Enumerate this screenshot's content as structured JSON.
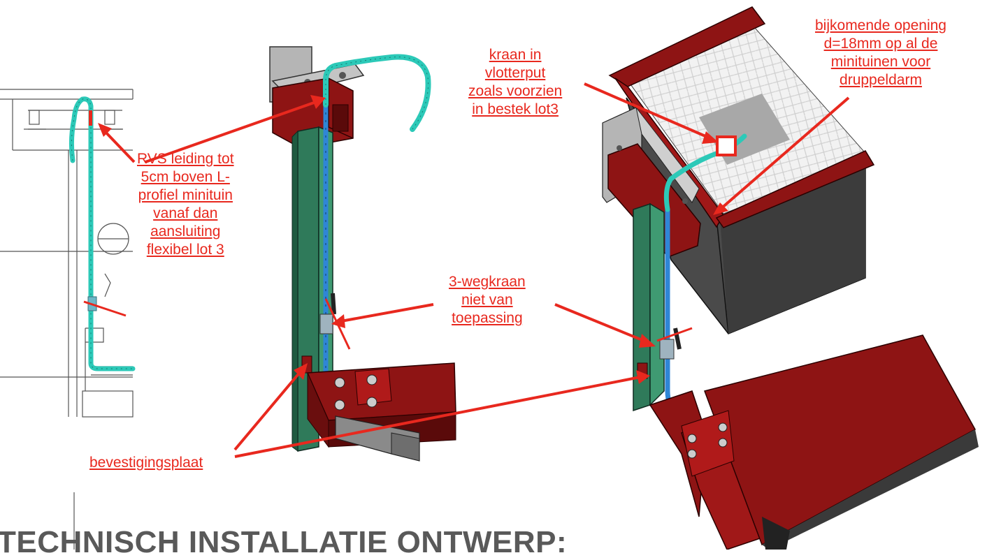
{
  "labels": {
    "rvs_leiding": [
      "RVS leiding tot",
      "5cm boven L-",
      "profiel minituin",
      "vanaf dan",
      "aansluiting",
      "flexibel lot 3"
    ],
    "kraan": [
      "kraan in",
      "vlotterput",
      "zoals voorzien",
      "in bestek lot3"
    ],
    "opening": [
      "bijkomende opening",
      "d=18mm op al de",
      "minituinen voor",
      "druppeldarm"
    ],
    "wegkraan": [
      "3-wegkraan",
      "niet van",
      "toepassing"
    ],
    "bevestigingsplaat": "bevestigingsplaat"
  },
  "heading": "TECHNISCH INSTALLATIE ONTWERP:",
  "colors": {
    "annotation": "#e8281e",
    "steel_red": "#8e1414",
    "frame_green": "#2f7a5a",
    "pipe_blue": "#2f86d6",
    "hose_cyan": "#2cc9b8",
    "box_grey": "#4a4a4a",
    "bracket_grey": "#9a9a9a"
  }
}
